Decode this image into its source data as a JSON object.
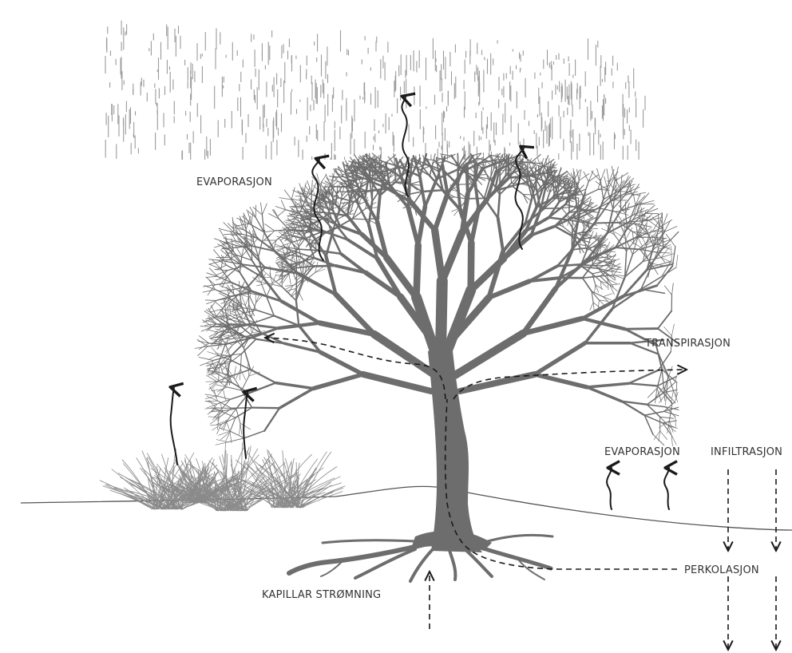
{
  "labels": {
    "evaporation_top": "EVAPORASJON",
    "transpiration": "TRANSPIRASJON",
    "evaporation_ground": "EVAPORASJON",
    "infiltration": "INFILTRASJON",
    "percolation": "PERKOLASJON",
    "capillary_flow": "KAPILLAR STRØMNING"
  },
  "colors": {
    "tree": "#6d6d6d",
    "grass": "#8a8a8a",
    "rain": "#9a9a9a",
    "ground_line": "#555555",
    "arrow": "#1a1a1a",
    "text": "#333333"
  },
  "icons": {
    "rain": "rain-cloud",
    "tree": "tree-silhouette",
    "grass": "grass-tuft"
  }
}
